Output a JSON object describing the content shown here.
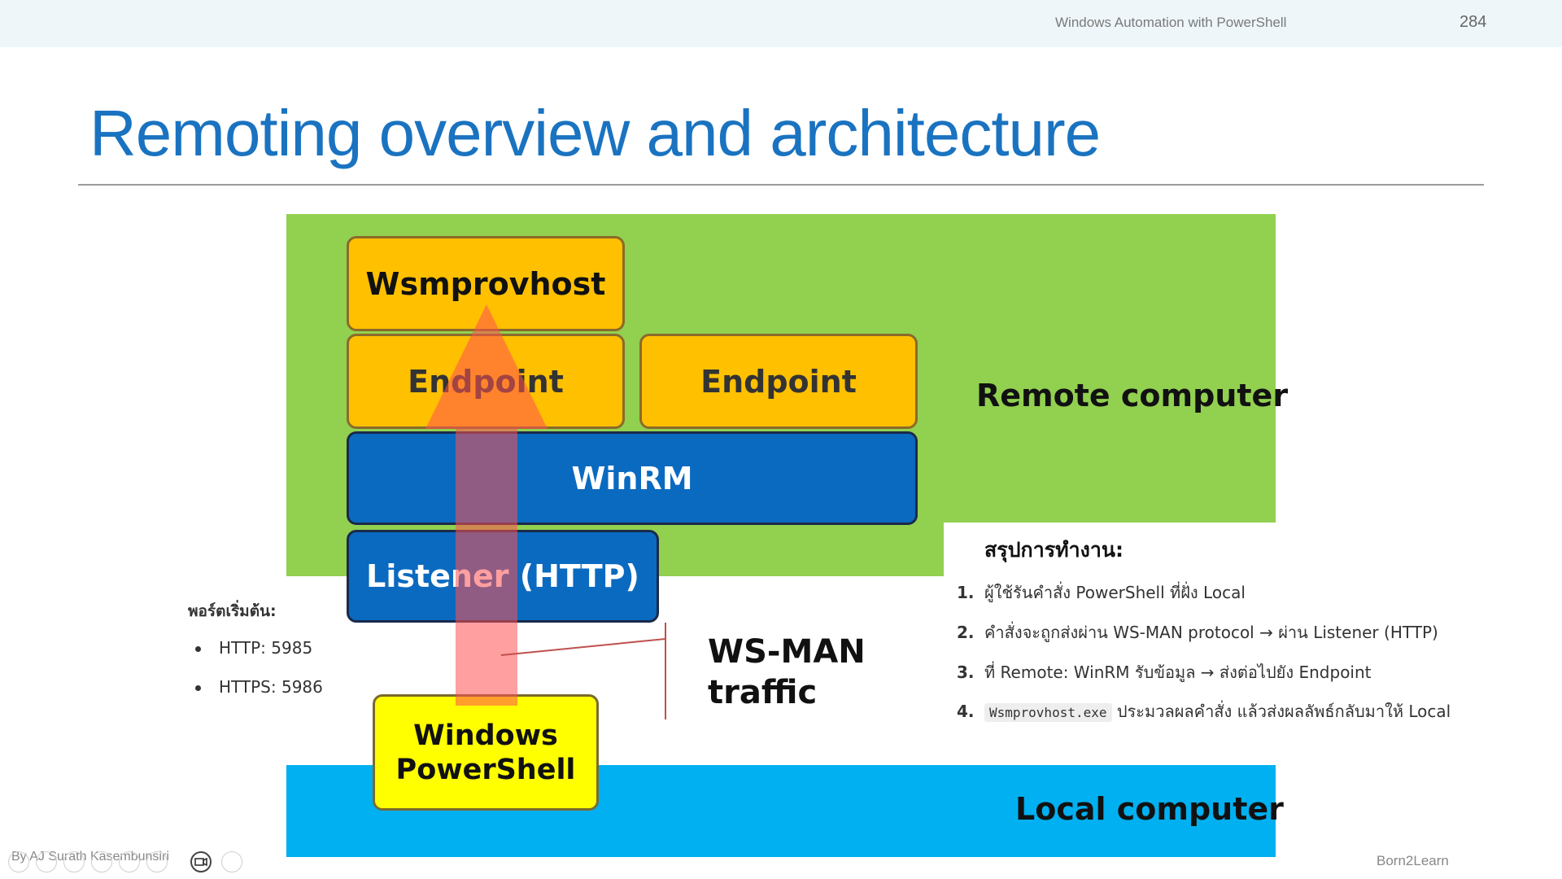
{
  "header": {
    "deck_title": "Windows Automation with PowerShell",
    "page_number": "284"
  },
  "slide": {
    "title": "Remoting overview and architecture"
  },
  "diagram": {
    "boxes": {
      "wsmprovhost": "Wsmprovhost",
      "endpoint_1": "Endpoint",
      "endpoint_2": "Endpoint",
      "winrm": "WinRM",
      "listener": "Listener (HTTP)",
      "powershell_line1": "Windows",
      "powershell_line2": "PowerShell"
    },
    "labels": {
      "remote_computer": "Remote computer",
      "local_computer": "Local computer",
      "wsman_line1": "WS-MAN",
      "wsman_line2": "traffic"
    },
    "colors": {
      "remote_area": "#92d050",
      "local_area": "#00b0f0",
      "endpoint_fill": "#ffc000",
      "winrm_fill": "#0a6ac0",
      "powershell_fill": "#ffff00",
      "arrow": "#ff5050"
    }
  },
  "ports": {
    "title": "พอร์ตเริ่มต้น:",
    "items": [
      "HTTP: 5985",
      "HTTPS: 5986"
    ]
  },
  "summary": {
    "title": "สรุปการทำงาน:",
    "items": [
      {
        "num": "1.",
        "text": "ผู้ใช้รันคำสั่ง PowerShell ที่ฝั่ง Local"
      },
      {
        "num": "2.",
        "text": "คำสั่งจะถูกส่งผ่าน WS-MAN protocol → ผ่าน Listener (HTTP)"
      },
      {
        "num": "3.",
        "text": "ที่ Remote: WinRM รับข้อมูล → ส่งต่อไปยัง Endpoint"
      },
      {
        "num": "4.",
        "code": "Wsmprovhost.exe",
        "text": "ประมวลผลคำสั่ง แล้วส่งผลลัพธ์กลับมาให้ Local"
      }
    ]
  },
  "footer": {
    "author": "By AJ Surath Kasembunsiri",
    "brand": "Born2Learn"
  },
  "controls": [
    "prev-icon",
    "pen-icon",
    "highlighter-icon",
    "slides-icon",
    "zoom-icon",
    "subtitles-icon",
    "camera-icon",
    "more-icon"
  ]
}
